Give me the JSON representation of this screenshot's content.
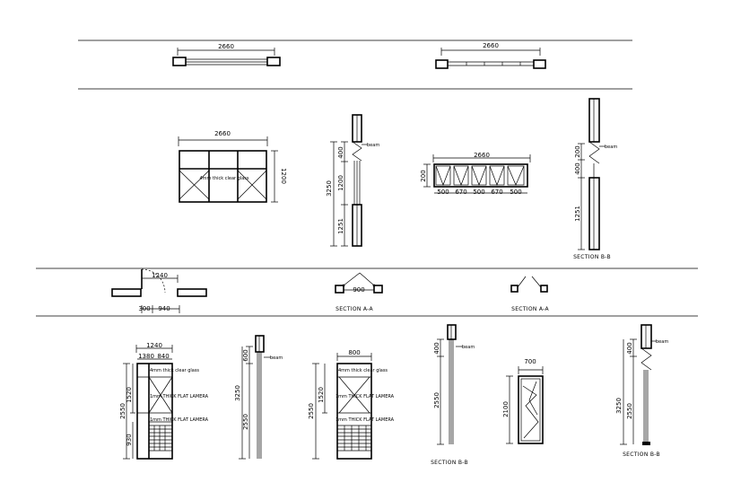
{
  "row1": {
    "dim_a": "2660",
    "dim_b": "2660"
  },
  "window": {
    "width": "2660",
    "height": "1200",
    "glass_note": "4mm thick clear glass",
    "section_top": "400",
    "section_mid": "1200",
    "section_total": "3250",
    "section_bottom": "1251",
    "beam": "beam"
  },
  "vent": {
    "width": "2660",
    "height": "200",
    "sub_dims": [
      "500",
      "670",
      "500",
      "670",
      "500"
    ],
    "section_top": "200",
    "section_mid": "400",
    "section_bottom": "1251",
    "beam": "beam",
    "section_label": "SECTION B-B"
  },
  "plans": {
    "door_width": "1240",
    "door_sub_a": "300",
    "door_sub_b": "940",
    "swing_width": "900",
    "section_a": "SECTION A-A",
    "section_a2": "SECTION A-A"
  },
  "door1": {
    "width": "1240",
    "sub_a": "1380",
    "sub_b": "840",
    "height": "2550",
    "panel_top": "1520",
    "panel_bottom": "930",
    "note_glass": "4mm thick clear glass",
    "note_lamela": "1mm THICK FLAT LAMERA",
    "note_lamela2": "1mm THICK FLAT LAMERA"
  },
  "door1_section": {
    "top": "600",
    "total": "3250",
    "lower": "2550",
    "beam": "beam"
  },
  "door2": {
    "width": "800",
    "height": "2550",
    "panel_top": "1520",
    "note_glass": "4mm thick clear glass",
    "note_lamela": "1mm THICK FLAT LAMERA",
    "note_lamela2": "1mm THICK FLAT LAMERA"
  },
  "door2_section": {
    "top": "400",
    "total": "2550",
    "beam": "beam",
    "section_label": "SECTION B-B"
  },
  "door3": {
    "width": "700",
    "height": "2100"
  },
  "door3_section": {
    "top": "400",
    "total": "3250",
    "lower": "2550",
    "beam": "beam",
    "section_label": "SECTION B-B"
  }
}
